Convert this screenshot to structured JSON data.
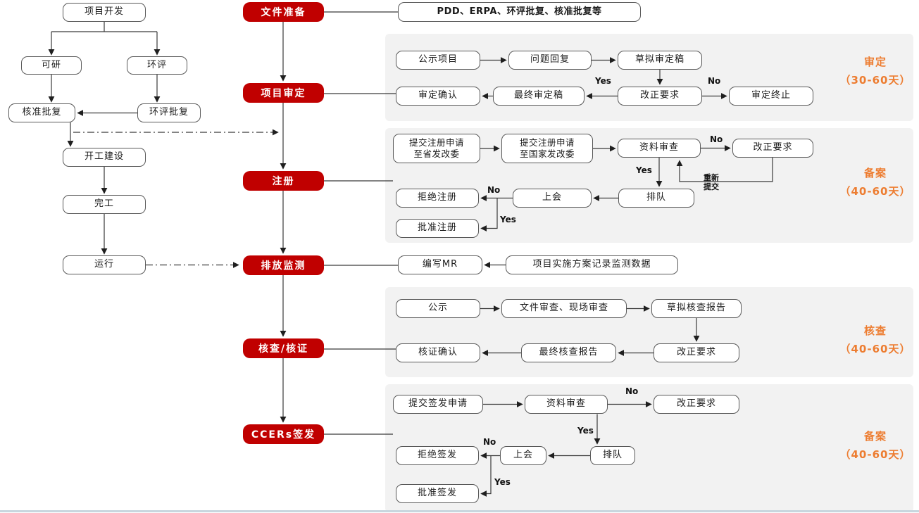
{
  "colors": {
    "stage_red": "#c00000",
    "panel_gray": "#f2f2f2",
    "accent_orange": "#ed7d31"
  },
  "labels": {
    "yes": "Yes",
    "no": "No",
    "resubmit": "重新\n提交"
  },
  "left_flow": {
    "project_dev": "项目开发",
    "feasibility": "可研",
    "eia": "环评",
    "approval": "核准批复",
    "eia_approval": "环评批复",
    "construction": "开工建设",
    "completion": "完工",
    "operation": "运行"
  },
  "stages": {
    "doc_prep": "文件准备",
    "validation": "项目审定",
    "registration": "注册",
    "monitoring": "排放监测",
    "verification": "核查/核证",
    "issuance": "CCERs签发"
  },
  "doc_prep_row": {
    "documents": "PDD、ERPA、环评批复、核准批复等"
  },
  "validation_panel": {
    "publicize": "公示项目",
    "reply": "问题回复",
    "draft": "草拟审定稿",
    "confirm": "审定确认",
    "final": "最终审定稿",
    "correction": "改正要求",
    "terminate": "审定终止",
    "side": "审定\n（30-60天）"
  },
  "registration_panel": {
    "submit_provincial": "提交注册申请\n至省发改委",
    "submit_national": "提交注册申请\n至国家发改委",
    "review": "资料审查",
    "correction": "改正要求",
    "reject": "拒绝注册",
    "meeting": "上会",
    "queue": "排队",
    "approve": "批准注册",
    "side": "备案\n（40-60天）"
  },
  "monitoring_row": {
    "write_mr": "编写MR",
    "record_data": "项目实施方案记录监测数据"
  },
  "verification_panel": {
    "publicize": "公示",
    "review": "文件审查、现场审查",
    "draft": "草拟核查报告",
    "confirm": "核证确认",
    "final": "最终核查报告",
    "correction": "改正要求",
    "side": "核查\n（40-60天）"
  },
  "issuance_panel": {
    "submit": "提交签发申请",
    "review": "资料审查",
    "correction": "改正要求",
    "reject": "拒绝签发",
    "meeting": "上会",
    "queue": "排队",
    "approve": "批准签发",
    "side": "备案\n（40-60天）"
  }
}
